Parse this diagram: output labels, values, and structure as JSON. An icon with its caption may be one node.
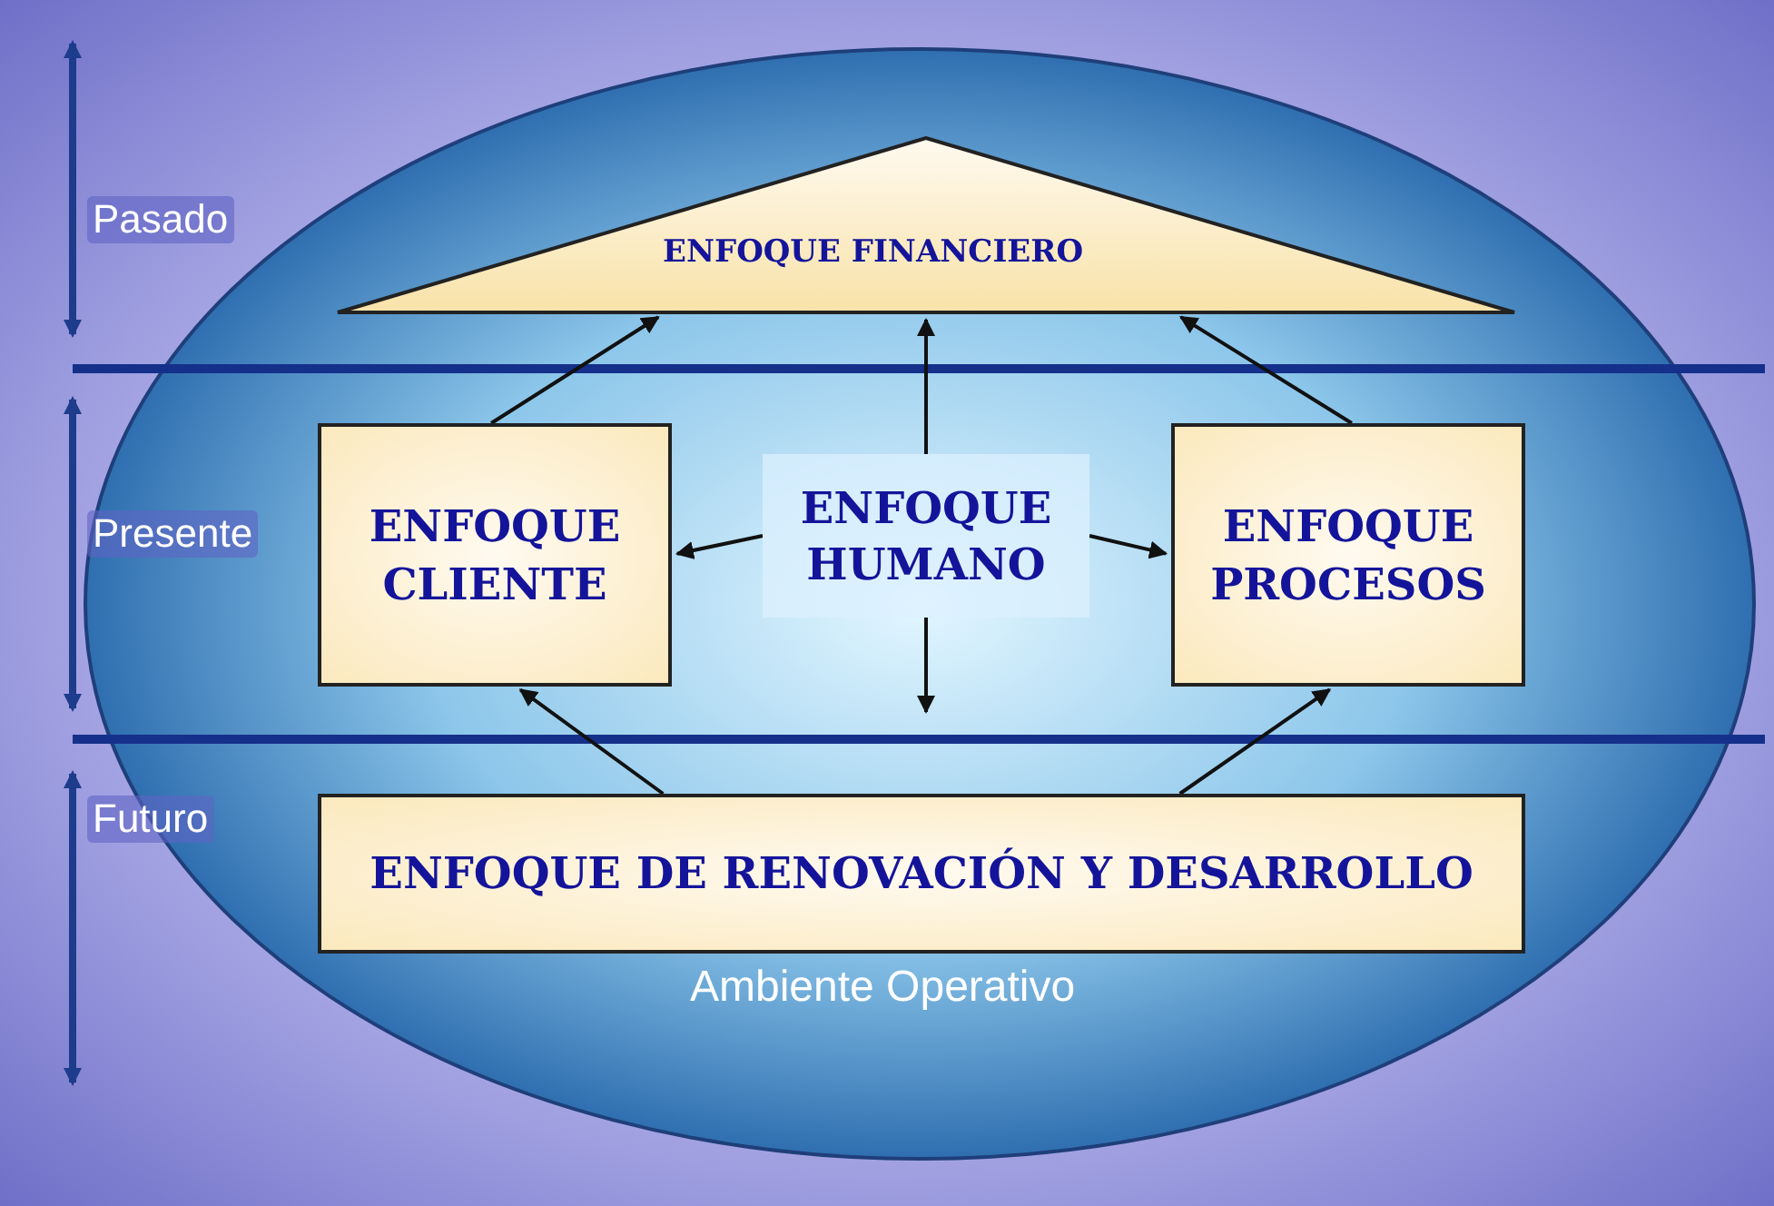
{
  "diagram": {
    "nodes": [
      {
        "text": [
          "Ambiente Operativo"
        ]
      },
      {
        "text": [
          "ENFOQUE FINANCIERO"
        ],
        "in": 0
      },
      {
        "text": [
          "ENFOQUE CLIENTE"
        ],
        "in": 0
      },
      {
        "text": [
          "ENFOQUE HUMANO"
        ],
        "in": 0
      },
      {
        "text": [
          "ENFOQUE PROCESOS"
        ],
        "in": 0
      },
      {
        "text": [
          "ENFOQUE DE RENOVACIÓN Y DESARROLLO"
        ],
        "in": 0
      }
    ],
    "edges": [
      {
        "from": 2,
        "to": 1,
        "arrow": "to"
      },
      {
        "from": 4,
        "to": 1,
        "arrow": "to"
      },
      {
        "from": 3,
        "to": 2,
        "arrow": "to"
      },
      {
        "from": 3,
        "to": 4,
        "arrow": "to"
      },
      {
        "from": 3,
        "to": 1,
        "arrow": "to"
      },
      {
        "from": 3,
        "to": null,
        "arrow": "to"
      },
      {
        "from": 5,
        "to": 2,
        "arrow": "to"
      },
      {
        "from": 5,
        "to": 4,
        "arrow": "to"
      }
    ],
    "labels": [
      "Pasado",
      "Presente",
      "Futuro"
    ]
  }
}
